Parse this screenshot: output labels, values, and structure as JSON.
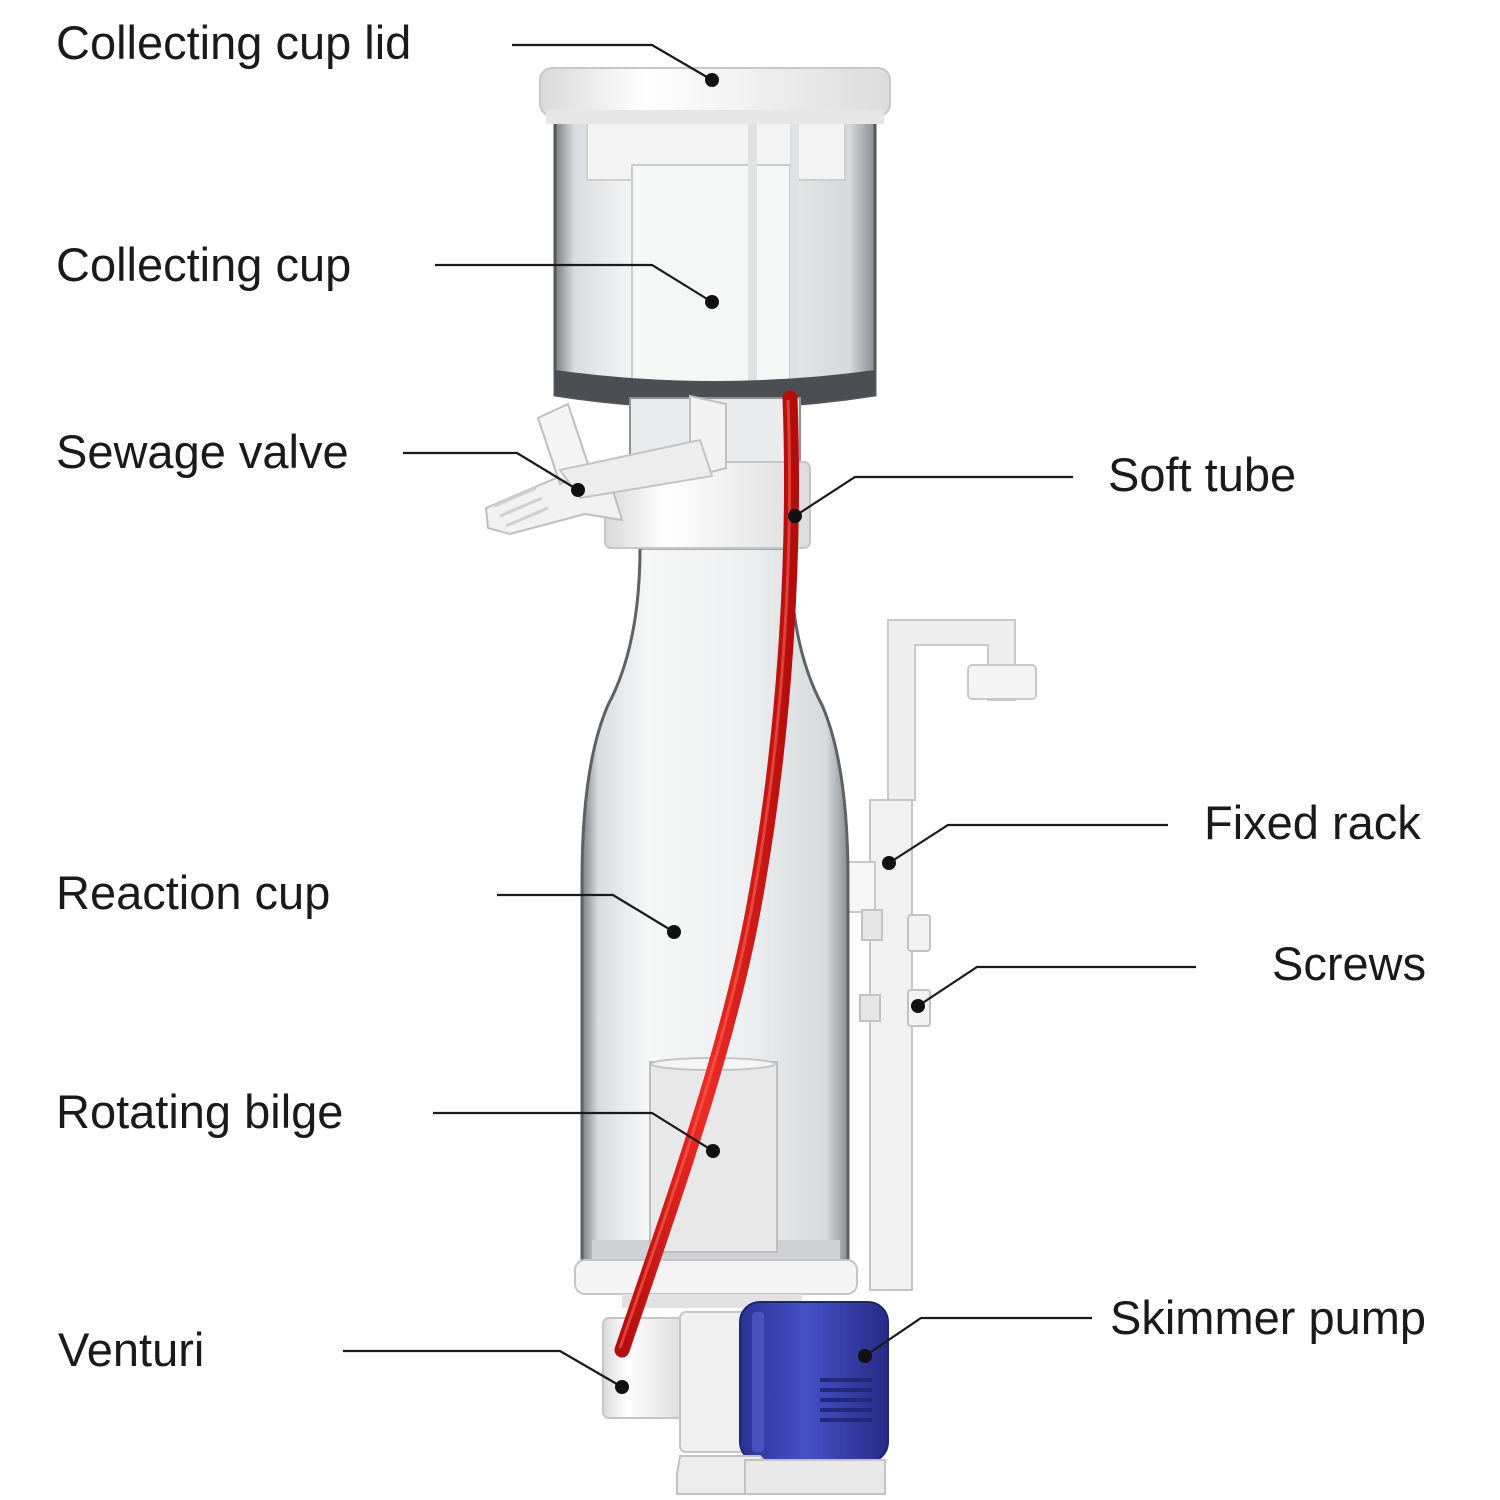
{
  "colors": {
    "tube": "#e41d1a",
    "pump_blue": "#3a44b4",
    "leader_line": "#1a1a1a",
    "plastic_white": "#f2f2f2",
    "acrylic": "#e9ebec"
  },
  "labels": {
    "lid": "Collecting cup lid",
    "cup": "Collecting cup",
    "sewage_valve": "Sewage valve",
    "soft_tube": "Soft tube",
    "fixed_rack": "Fixed rack",
    "reaction_cup": "Reaction cup",
    "screws": "Screws",
    "rotating_bilge": "Rotating bilge",
    "skimmer_pump": "Skimmer pump",
    "venturi": "Venturi"
  }
}
